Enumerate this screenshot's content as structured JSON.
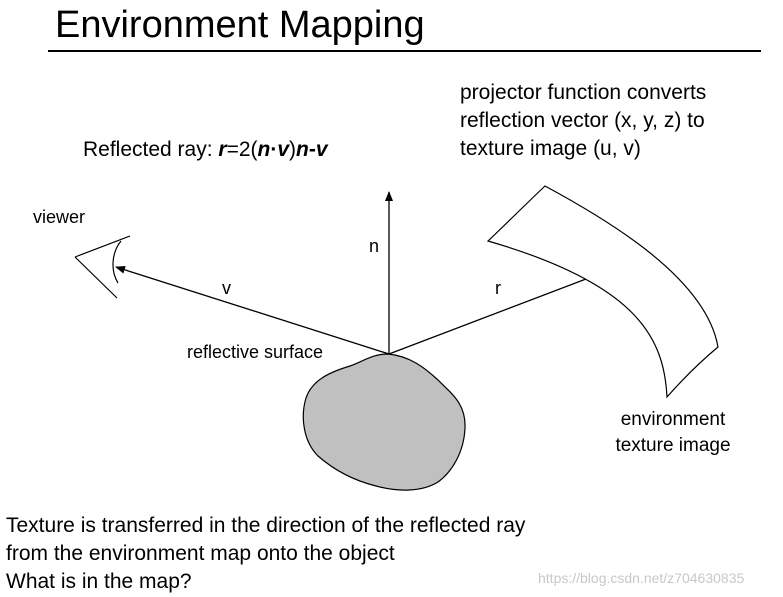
{
  "title": "Environment Mapping",
  "formula": {
    "prefix": "Reflected ray: ",
    "r": "r",
    "eq": "=2(",
    "n1": "n",
    "dot": "·",
    "v1": "v",
    "close": ")",
    "n2": "n",
    "minus": "-",
    "v2": "v"
  },
  "projector_note": [
    "projector function converts",
    "reflection vector (x, y, z) to",
    "texture image (u, v)"
  ],
  "labels": {
    "viewer": "viewer",
    "n": "n",
    "v": "v",
    "r": "r",
    "surface": "reflective surface",
    "env_line1": "environment",
    "env_line2": "texture image"
  },
  "bottom_text": [
    "Texture is transferred in the direction of the reflected ray",
    "from the environment map onto the object",
    "What is in the map?"
  ],
  "watermark": "https://blog.csdn.net/z704630835",
  "colors": {
    "object_fill": "#c0c0c0",
    "line": "#000000",
    "watermark": "#c8c8c8"
  }
}
